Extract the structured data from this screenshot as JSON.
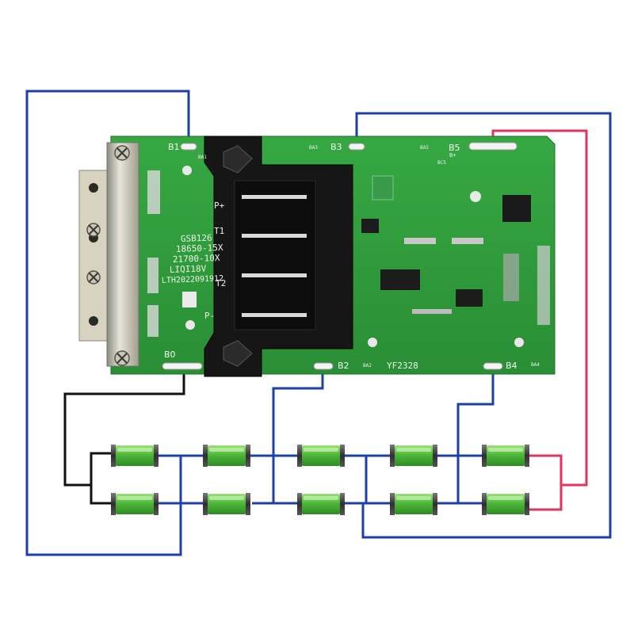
{
  "colors": {
    "negative_wire": "#1d3faa",
    "positive_wire": "#e0355c",
    "ground_wire": "#111111",
    "board": "#2f9a3a",
    "cell": "#5cc24a"
  },
  "pads": {
    "b0": "B0",
    "b1": "B1",
    "b2": "B2",
    "b3": "B3",
    "b4": "B4",
    "b5": "B5"
  },
  "silkscreen": {
    "model_lines": [
      "GSB126",
      "18650-15X",
      "21700-10X",
      "LIQI18V",
      "LTH2022091912"
    ],
    "t1": "T1",
    "t2": "T2",
    "p_plus": "P+",
    "p_minus": "P-",
    "maker": "YF2328",
    "ba1": "BA1",
    "ba2": "BA2",
    "ba3": "BA3",
    "ba4": "BA4",
    "ba5": "BA5",
    "bc5": "BC5",
    "b5_plus": "B+"
  }
}
